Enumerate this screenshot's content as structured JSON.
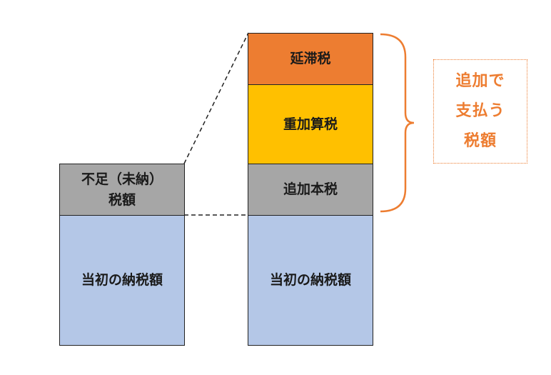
{
  "left_column": {
    "shortfall_line1": "不足（未納）",
    "shortfall_line2": "税額",
    "original": "当初の納税額"
  },
  "right_column": {
    "delinquency": "延滞税",
    "heavy_additional": "重加算税",
    "additional_principal": "追加本税",
    "original": "当初の納税額"
  },
  "callout": {
    "line1": "追加で",
    "line2": "支払う",
    "line3": "税額"
  },
  "colors": {
    "gray": "#a6a6a6",
    "blue": "#b4c7e7",
    "orange": "#ed7d31",
    "yellow": "#ffc000"
  }
}
